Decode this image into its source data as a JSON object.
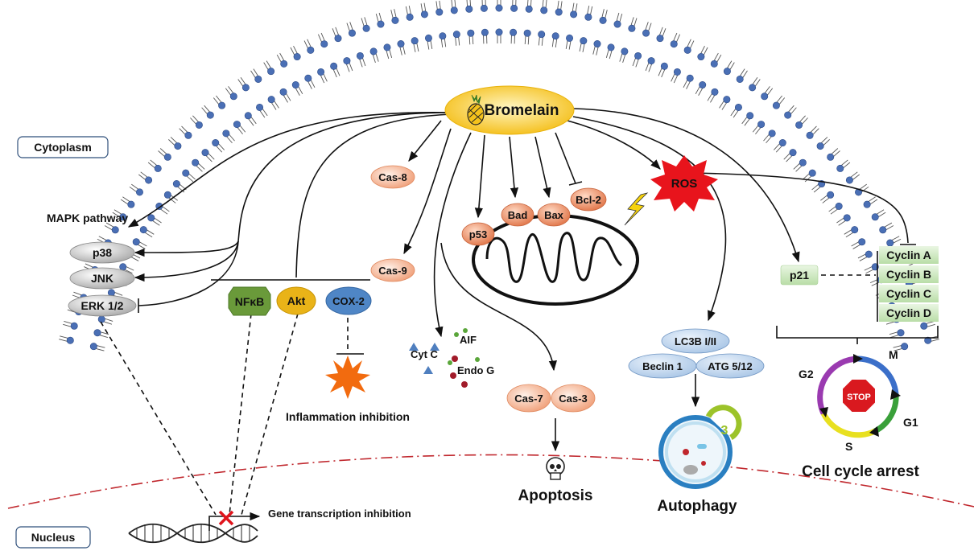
{
  "labels": {
    "cytoplasm": "Cytoplasm",
    "nucleus": "Nucleus",
    "bromelain": "Bromelain",
    "mapk_pathway": "MAPK pathway",
    "p38": "p38",
    "jnk": "JNK",
    "erk": "ERK 1/2",
    "nfkb": "NFκB",
    "akt": "Akt",
    "cox2": "COX-2",
    "inflammation": "Inflammation inhibition",
    "gene_transcription": "Gene transcription inhibition",
    "cas8": "Cas-8",
    "cas9": "Cas-9",
    "cyt_c": "Cyt C",
    "aif": "AIF",
    "endo_g": "Endo G",
    "p53": "p53",
    "bad": "Bad",
    "bax": "Bax",
    "bcl2": "Bcl-2",
    "ros": "ROS",
    "cas7": "Cas-7",
    "cas3": "Cas-3",
    "apoptosis": "Apoptosis",
    "lc3b": "LC3B I/II",
    "beclin": "Beclin 1",
    "atg": "ATG 5/12",
    "autophagy": "Autophagy",
    "p21": "p21",
    "cyclin_a": "Cyclin A",
    "cyclin_b": "Cyclin B",
    "cyclin_c": "Cyclin C",
    "cyclin_d": "Cyclin D",
    "m": "M",
    "g1": "G1",
    "s": "S",
    "g2": "G2",
    "stop": "STOP",
    "cell_cycle_arrest": "Cell cycle arrest"
  },
  "colors": {
    "membrane_head": "#4a6fb5",
    "bromelain_fill": "#f7c520",
    "caspase_fill": "#f2a37a",
    "mito_protein_fill": "#e8825a",
    "ros_fill": "#e8141c",
    "nfkb_fill": "#6a9a3a",
    "akt_fill": "#e9b318",
    "cox2_fill": "#4f86c6",
    "autophagy_fill": "#bcd3ec",
    "cyclin_fill": "#cfe8c3",
    "flame_fill": "#f26b0f",
    "nucleus_line": "#c0272d",
    "cycle_m": "#3b6fc9",
    "cycle_g1": "#3aa03a",
    "cycle_s": "#e8e020",
    "cycle_g2": "#9a3ab0"
  },
  "icons": [
    "pineapple-icon",
    "skull-icon",
    "stop-sign-icon",
    "dna-icon",
    "lightning-icon",
    "x-mark-icon",
    "autophagosome-icon",
    "flame-icon"
  ]
}
